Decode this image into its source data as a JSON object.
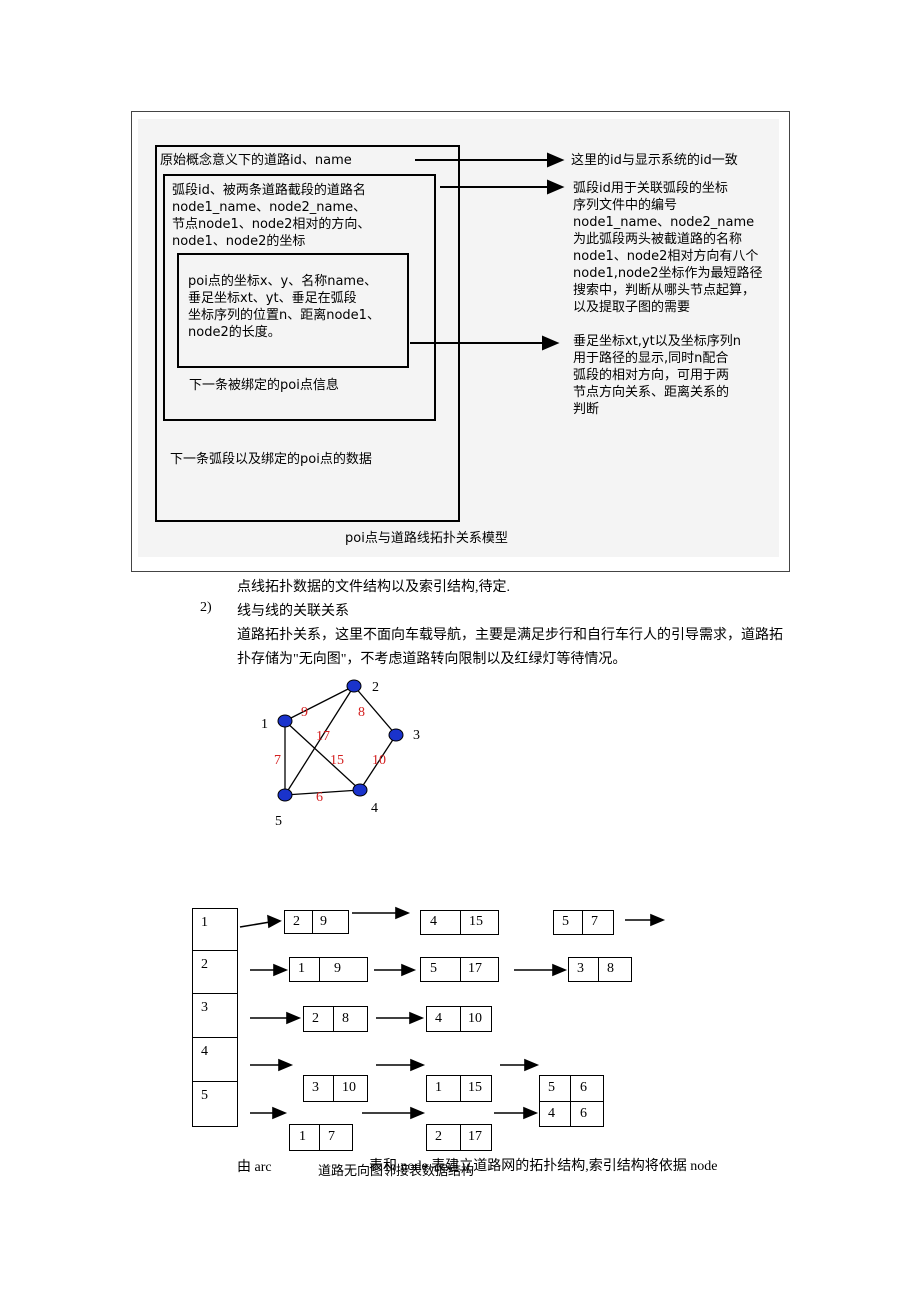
{
  "model": {
    "outer_title": "原始概念意义下的道路id、name",
    "arc_text": "弧段id、被两条道路截段的道路名\nnode1_name、node2_name、\n节点node1、node2相对的方向、\nnode1、node2的坐标",
    "poi_text": "poi点的坐标x、y、名称name、\n垂足坐标xt、yt、垂足在弧段\n坐标序列的位置n、距离node1、\nnode2的长度。",
    "next_poi": "下一条被绑定的poi点信息",
    "next_arc": "下一条弧段以及绑定的poi点的数据",
    "caption": "poi点与道路线拓扑关系模型",
    "note1": "这里的id与显示系统的id一致",
    "note2": "弧段id用于关联弧段的坐标\n序列文件中的编号\nnode1_name、node2_name\n为此弧段两头被截道路的名称\nnode1、node2相对方向有八个\nnode1,node2坐标作为最短路径\n搜索中，判断从哪头节点起算，\n以及提取子图的需要",
    "note3": "垂足坐标xt,yt以及坐标序列n\n用于路径的显示,同时n配合\n弧段的相对方向，可用于两\n节点方向关系、距离关系的\n判断"
  },
  "text": {
    "para1": "点线拓扑数据的文件结构以及索引结构,待定.",
    "item_num": "2)",
    "item_title": "线与线的关联关系",
    "para2": "道路拓扑关系，这里不面向车载导航，主要是满足步行和自行车行人的引导需求，道路拓扑存储为\"无向图\"，不考虑道路转向限制以及红绿灯等待情况。",
    "bottom_left": "由 arc",
    "bottom_mid": "表和 node 表建立道路网的拓扑结构,索引结构将依据 node",
    "adj_caption": "道路无向图邻接表数据结构"
  },
  "graph": {
    "nodes": [
      "1",
      "2",
      "3",
      "4",
      "5"
    ],
    "weights": [
      "9",
      "8",
      "17",
      "7",
      "15",
      "10",
      "6"
    ],
    "node_color": "#1a33cc",
    "weight_color": "#d42020"
  },
  "adjacency": {
    "heads": [
      "1",
      "2",
      "3",
      "4",
      "5"
    ],
    "rows": [
      [
        [
          "2",
          "9"
        ],
        [
          "4",
          "15"
        ],
        [
          "5",
          "7"
        ]
      ],
      [
        [
          "1",
          "9"
        ],
        [
          "5",
          "17"
        ],
        [
          "3",
          "8"
        ]
      ],
      [
        [
          "2",
          "8"
        ],
        [
          "4",
          "10"
        ]
      ],
      [
        [
          "3",
          "10"
        ],
        [
          "1",
          "15"
        ],
        [
          "5",
          "6"
        ]
      ],
      [
        [
          "1",
          "7"
        ],
        [
          "2",
          "17"
        ],
        [
          "4",
          "6"
        ]
      ]
    ]
  }
}
